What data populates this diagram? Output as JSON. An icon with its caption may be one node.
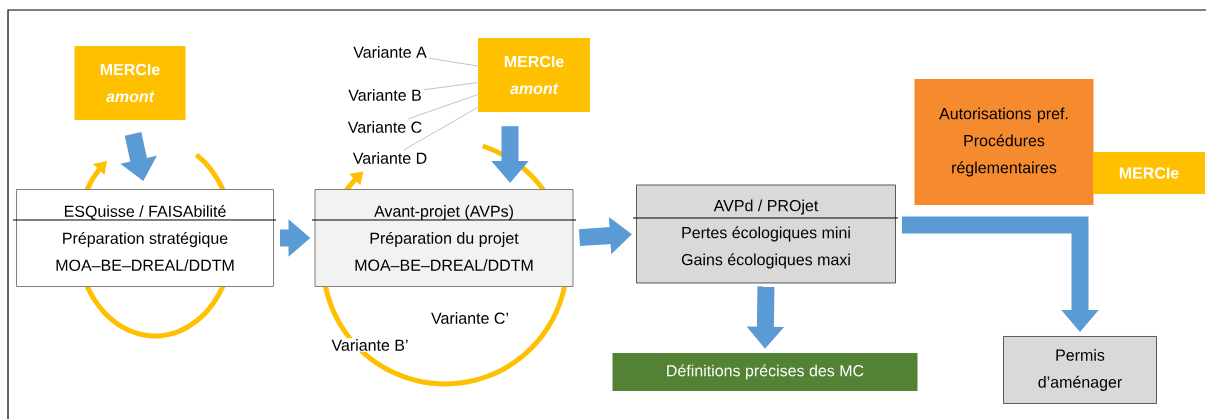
{
  "diagram": {
    "nodes": [
      {
        "text": [
          "MERCIe",
          "amont"
        ]
      },
      {
        "text": [
          "ESQuisse / FAISAbilité",
          "Préparation stratégique",
          "MOA–BE–DREAL/DDTM"
        ]
      },
      {
        "text": [
          "MERCIe",
          "amont"
        ]
      },
      {
        "text": [
          "Avant-projet (AVPs)",
          "Préparation du projet",
          "MOA–BE–DREAL/DDTM"
        ]
      },
      {
        "text": [
          "AVPd / PROjet",
          "Pertes écologiques mini",
          "Gains écologiques maxi"
        ]
      },
      {
        "text": [
          "Autorisations pref.",
          "Procédures réglementaires"
        ]
      },
      {
        "text": [
          "MERCIe"
        ]
      },
      {
        "text": [
          "Définitions précises des MC"
        ]
      },
      {
        "text": [
          "Permis d’aménager"
        ]
      },
      {
        "text": [
          "Variante A"
        ]
      },
      {
        "text": [
          "Variante B"
        ]
      },
      {
        "text": [
          "Variante C"
        ]
      },
      {
        "text": [
          "Variante D"
        ]
      }
    ],
    "edges": [
      {
        "from": 0,
        "to": 1,
        "arrow": "to"
      },
      {
        "from": 2,
        "to": 3,
        "arrow": "to"
      },
      {
        "from": 1,
        "to": 3,
        "arrow": "to"
      },
      {
        "from": 3,
        "to": 4,
        "arrow": "to"
      },
      {
        "from": 4,
        "to": 7,
        "arrow": "to"
      },
      {
        "from": 4,
        "to": 8,
        "arrow": "to"
      },
      {
        "from": 9,
        "to": 2,
        "arrow": "none",
        "color": "#a9b8cc"
      },
      {
        "from": 10,
        "to": 2,
        "arrow": "none",
        "color": "#a9b8cc"
      },
      {
        "from": 11,
        "to": 2,
        "arrow": "none",
        "color": "#a9b8cc"
      },
      {
        "from": 12,
        "to": 2,
        "arrow": "none",
        "color": "#a9b8cc"
      }
    ],
    "labels": [
      "Variante C’",
      "Variante B’"
    ]
  }
}
